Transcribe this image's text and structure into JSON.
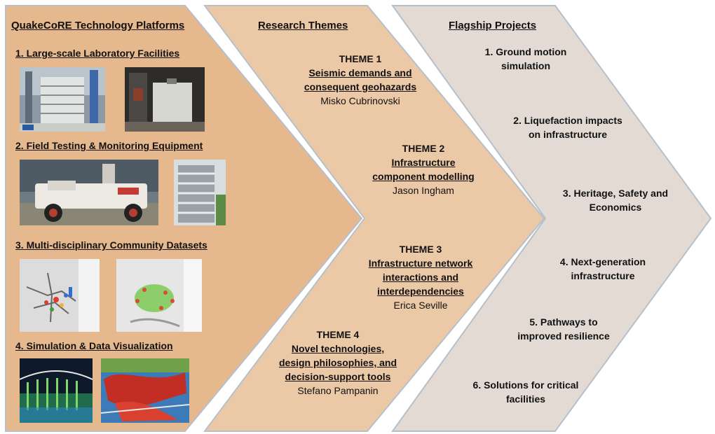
{
  "colors": {
    "platforms_fill": "#e6b88e",
    "themes_fill": "#ecc9a6",
    "projects_fill": "#e3dbd3",
    "outline": "#b7bfc9"
  },
  "platforms": {
    "title": "QuakeCoRE Technology Platforms",
    "sections": [
      {
        "label": "1. Large-scale Laboratory Facilities",
        "images": [
          "laboratory-structure-photo",
          "test-rig-photo"
        ]
      },
      {
        "label": "2. Field Testing & Monitoring Equipment",
        "images": [
          "shaker-truck-photo",
          "instrumented-building-photo"
        ]
      },
      {
        "label": "3. Multi-disciplinary Community Datasets",
        "images": [
          "network-map-photo",
          "damage-map-photo"
        ]
      },
      {
        "label": "4. Simulation & Data Visualization",
        "images": [
          "ground-motion-render-photo",
          "fault-rupture-render-photo"
        ]
      }
    ]
  },
  "themes": {
    "title": "Research Themes",
    "items": [
      {
        "number": "THEME 1",
        "title_lines": [
          "Seismic demands and",
          "consequent geohazards"
        ],
        "lead": "Misko Cubrinovski"
      },
      {
        "number": "THEME 2",
        "title_lines": [
          "Infrastructure",
          "component modelling"
        ],
        "lead": "Jason Ingham"
      },
      {
        "number": "THEME 3",
        "title_lines": [
          "Infrastructure network",
          "interactions and",
          "interdependencies"
        ],
        "lead": "Erica Seville"
      },
      {
        "number": "THEME 4",
        "title_lines": [
          "Novel technologies,",
          "design philosophies, and",
          "decision-support tools"
        ],
        "lead": "Stefano Pampanin"
      }
    ]
  },
  "projects": {
    "title": "Flagship Projects",
    "items": [
      {
        "lines": [
          "1. Ground motion",
          "simulation"
        ]
      },
      {
        "lines": [
          "2. Liquefaction impacts",
          "on infrastructure"
        ]
      },
      {
        "lines": [
          "3. Heritage, Safety and",
          "Economics"
        ]
      },
      {
        "lines": [
          "4. Next-generation",
          "infrastructure"
        ]
      },
      {
        "lines": [
          "5. Pathways to",
          "improved resilience"
        ]
      },
      {
        "lines": [
          "6. Solutions for critical",
          "facilities"
        ]
      }
    ]
  }
}
